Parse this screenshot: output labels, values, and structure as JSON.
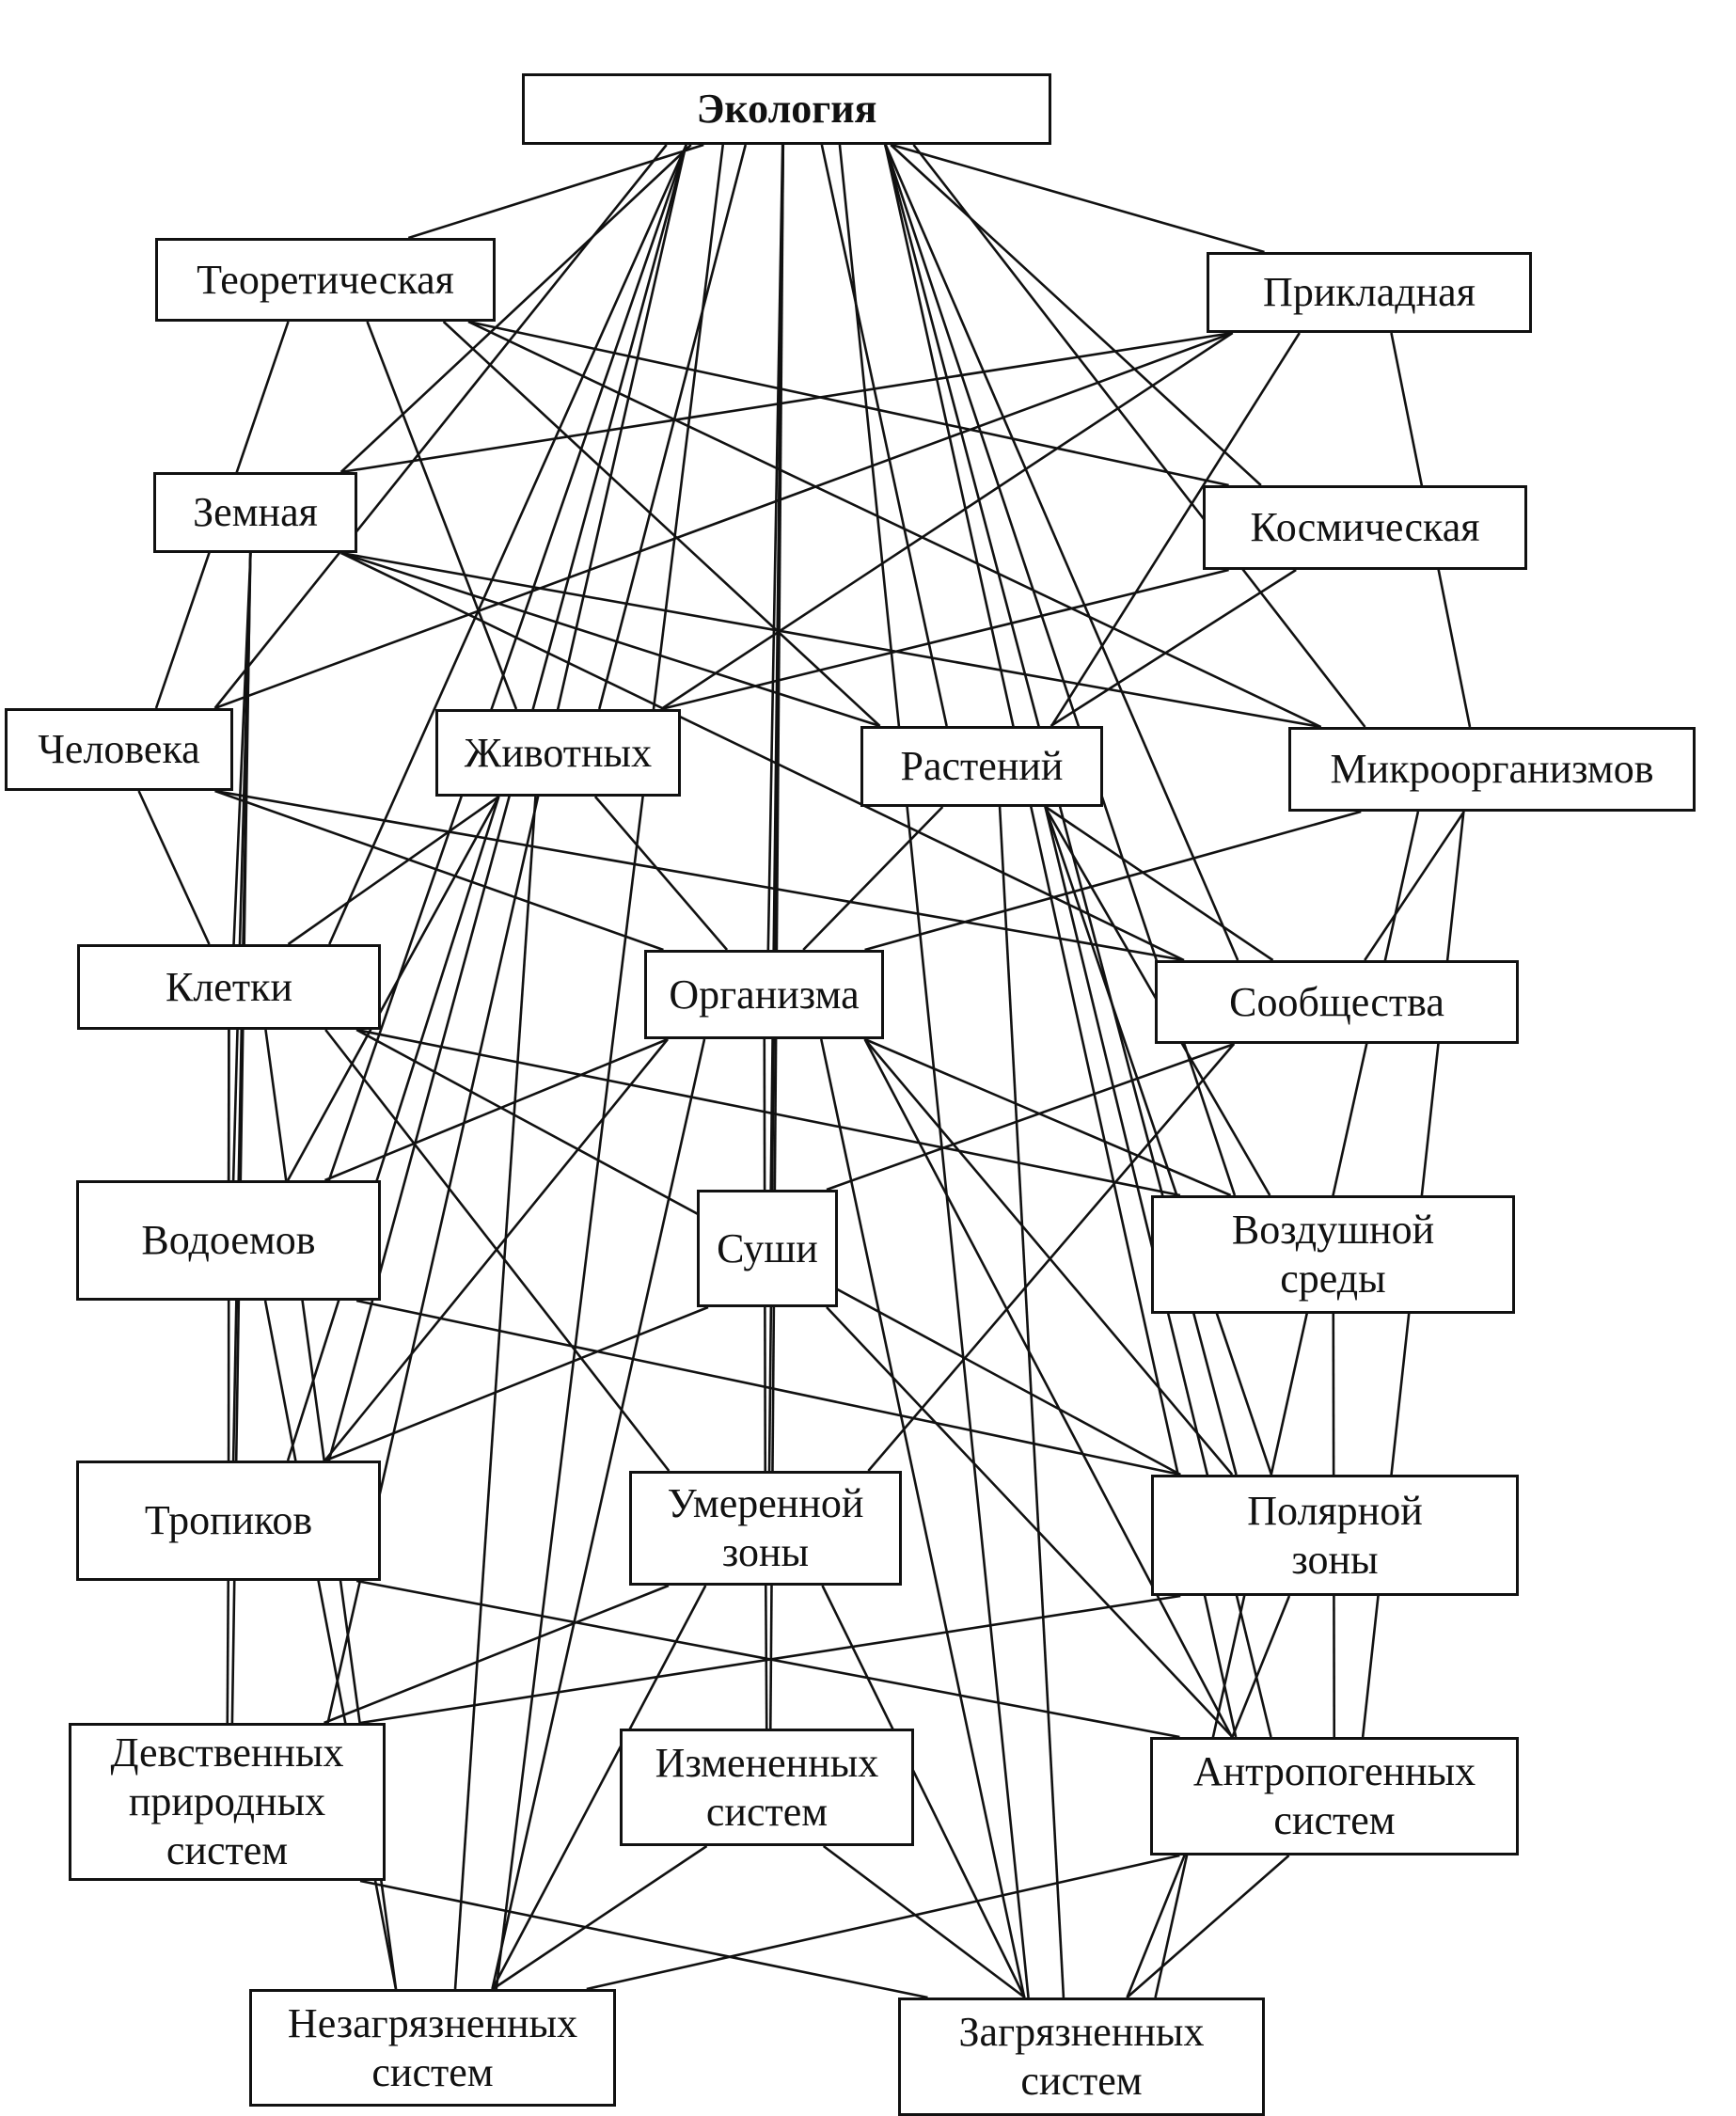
{
  "diagram": {
    "nodes": [
      {
        "id": "ecology",
        "label": "Экология",
        "root": true
      },
      {
        "id": "theoretical",
        "label": "Теоретическая"
      },
      {
        "id": "applied",
        "label": "Прикладная"
      },
      {
        "id": "terrestrial",
        "label": "Земная"
      },
      {
        "id": "cosmic",
        "label": "Космическая"
      },
      {
        "id": "human",
        "label": "Человека"
      },
      {
        "id": "animals",
        "label": "Животных"
      },
      {
        "id": "plants",
        "label": "Растений"
      },
      {
        "id": "microorganisms",
        "label": "Микроорганизмов"
      },
      {
        "id": "cells",
        "label": "Клетки"
      },
      {
        "id": "organism",
        "label": "Организма"
      },
      {
        "id": "community",
        "label": "Сообщества"
      },
      {
        "id": "waterbodies",
        "label": "Водоемов"
      },
      {
        "id": "land",
        "label": "Суши"
      },
      {
        "id": "air",
        "label": "Воздушной\nсреды"
      },
      {
        "id": "tropics",
        "label": "Тропиков"
      },
      {
        "id": "temperate",
        "label": "Умеренной\nзоны"
      },
      {
        "id": "polar",
        "label": "Полярной\nзоны"
      },
      {
        "id": "virgin",
        "label": "Девственных\nприродных\nсистем"
      },
      {
        "id": "modified",
        "label": "Измененных\nсистем"
      },
      {
        "id": "anthropogenic",
        "label": "Антропогенных\nсистем"
      },
      {
        "id": "unpolluted",
        "label": "Незагрязненных\nсистем"
      },
      {
        "id": "polluted",
        "label": "Загрязненных\nсистем"
      }
    ],
    "edges": [
      [
        "ecology",
        "theoretical"
      ],
      [
        "ecology",
        "applied"
      ],
      [
        "ecology",
        "terrestrial"
      ],
      [
        "ecology",
        "cosmic"
      ],
      [
        "ecology",
        "human"
      ],
      [
        "ecology",
        "animals"
      ],
      [
        "ecology",
        "plants"
      ],
      [
        "ecology",
        "microorganisms"
      ],
      [
        "ecology",
        "cells"
      ],
      [
        "ecology",
        "organism"
      ],
      [
        "ecology",
        "community"
      ],
      [
        "ecology",
        "waterbodies"
      ],
      [
        "ecology",
        "land"
      ],
      [
        "ecology",
        "air"
      ],
      [
        "ecology",
        "tropics"
      ],
      [
        "ecology",
        "temperate"
      ],
      [
        "ecology",
        "polar"
      ],
      [
        "ecology",
        "virgin"
      ],
      [
        "ecology",
        "modified"
      ],
      [
        "ecology",
        "anthropogenic"
      ],
      [
        "ecology",
        "unpolluted"
      ],
      [
        "ecology",
        "polluted"
      ],
      [
        "theoretical",
        "human"
      ],
      [
        "theoretical",
        "animals"
      ],
      [
        "theoretical",
        "plants"
      ],
      [
        "theoretical",
        "microorganisms"
      ],
      [
        "theoretical",
        "cosmic"
      ],
      [
        "applied",
        "terrestrial"
      ],
      [
        "applied",
        "animals"
      ],
      [
        "applied",
        "plants"
      ],
      [
        "applied",
        "microorganisms"
      ],
      [
        "applied",
        "human"
      ],
      [
        "terrestrial",
        "plants"
      ],
      [
        "terrestrial",
        "microorganisms"
      ],
      [
        "terrestrial",
        "community"
      ],
      [
        "terrestrial",
        "cells"
      ],
      [
        "terrestrial",
        "waterbodies"
      ],
      [
        "terrestrial",
        "tropics"
      ],
      [
        "terrestrial",
        "virgin"
      ],
      [
        "cosmic",
        "animals"
      ],
      [
        "cosmic",
        "plants"
      ],
      [
        "human",
        "cells"
      ],
      [
        "human",
        "organism"
      ],
      [
        "human",
        "community"
      ],
      [
        "animals",
        "cells"
      ],
      [
        "animals",
        "organism"
      ],
      [
        "animals",
        "waterbodies"
      ],
      [
        "animals",
        "tropics"
      ],
      [
        "animals",
        "unpolluted"
      ],
      [
        "plants",
        "organism"
      ],
      [
        "plants",
        "community"
      ],
      [
        "plants",
        "air"
      ],
      [
        "plants",
        "polar"
      ],
      [
        "plants",
        "anthropogenic"
      ],
      [
        "plants",
        "polluted"
      ],
      [
        "microorganisms",
        "organism"
      ],
      [
        "microorganisms",
        "community"
      ],
      [
        "microorganisms",
        "anthropogenic"
      ],
      [
        "microorganisms",
        "polluted"
      ],
      [
        "cells",
        "waterbodies"
      ],
      [
        "cells",
        "tropics"
      ],
      [
        "cells",
        "air"
      ],
      [
        "cells",
        "temperate"
      ],
      [
        "cells",
        "unpolluted"
      ],
      [
        "cells",
        "polar"
      ],
      [
        "organism",
        "waterbodies"
      ],
      [
        "organism",
        "tropics"
      ],
      [
        "organism",
        "temperate"
      ],
      [
        "organism",
        "air"
      ],
      [
        "organism",
        "polar"
      ],
      [
        "organism",
        "anthropogenic"
      ],
      [
        "organism",
        "polluted"
      ],
      [
        "organism",
        "unpolluted"
      ],
      [
        "community",
        "land"
      ],
      [
        "community",
        "temperate"
      ],
      [
        "waterbodies",
        "polar"
      ],
      [
        "waterbodies",
        "unpolluted"
      ],
      [
        "land",
        "tropics"
      ],
      [
        "land",
        "anthropogenic"
      ],
      [
        "air",
        "anthropogenic"
      ],
      [
        "tropics",
        "virgin"
      ],
      [
        "tropics",
        "anthropogenic"
      ],
      [
        "temperate",
        "virgin"
      ],
      [
        "temperate",
        "modified"
      ],
      [
        "temperate",
        "unpolluted"
      ],
      [
        "temperate",
        "polluted"
      ],
      [
        "polar",
        "virgin"
      ],
      [
        "polar",
        "polluted"
      ],
      [
        "virgin",
        "polluted"
      ],
      [
        "modified",
        "unpolluted"
      ],
      [
        "modified",
        "polluted"
      ],
      [
        "anthropogenic",
        "unpolluted"
      ],
      [
        "anthropogenic",
        "polluted"
      ]
    ]
  }
}
